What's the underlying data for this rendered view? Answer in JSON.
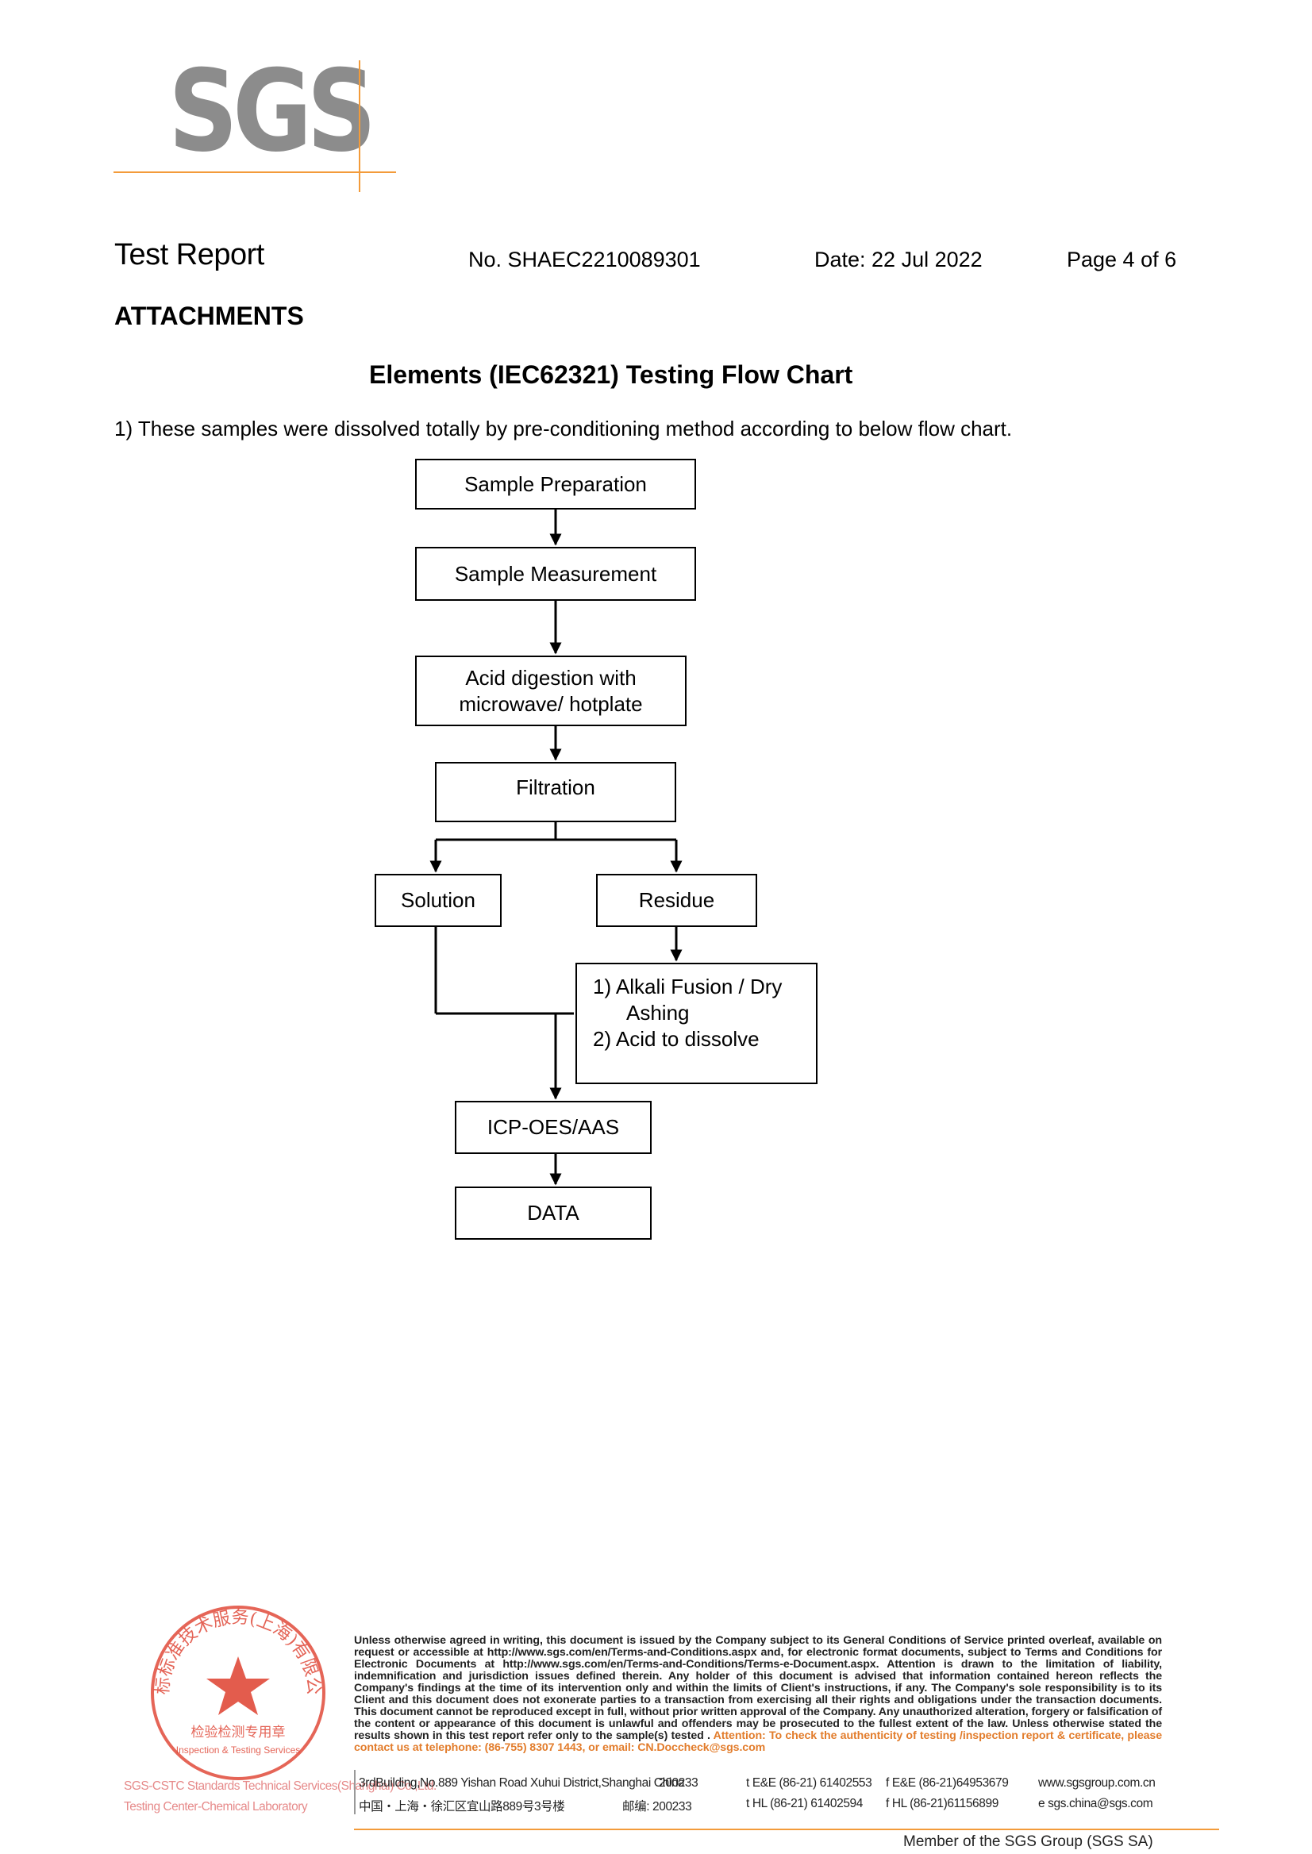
{
  "logo": {
    "text": "SGS"
  },
  "header": {
    "title": "Test Report",
    "report_no": "No. SHAEC2210089301",
    "date": "Date: 22 Jul 2022",
    "page": "Page 4 of 6"
  },
  "section_heading": "ATTACHMENTS",
  "chart_title": "Elements (IEC62321) Testing Flow Chart",
  "intro": "1) These samples were dissolved totally by pre-conditioning method according to below flow chart.",
  "flow": {
    "sample_preparation": "Sample Preparation",
    "sample_measurement": "Sample Measurement",
    "acid_digestion_line1": "Acid digestion with",
    "acid_digestion_line2": "microwave/ hotplate",
    "filtration": "Filtration",
    "solution": "Solution",
    "residue": "Residue",
    "step1_line1": "1) Alkali Fusion / Dry",
    "step1_line2": "Ashing",
    "step2": "2) Acid to dissolve",
    "icp": "ICP-OES/AAS",
    "data": "DATA"
  },
  "footer": {
    "legal_1": "Unless otherwise agreed in writing, this document is issued by the Company subject to its General Conditions of Service printed overleaf, available on request or accessible at http://www.sgs.com/en/Terms-and-Conditions.aspx and, for electronic format documents, subject to Terms and Conditions for Electronic Documents at http://www.sgs.com/en/Terms-and-Conditions/Terms-e-Document.aspx. Attention is drawn to the limitation of liability, indemnification and jurisdiction issues defined therein. Any holder of this document is advised that information contained hereon reflects the Company's findings at the time of its intervention only and within the limits of Client's instructions, if any. The Company's sole responsibility is to its Client and this document does not exonerate parties to a transaction from exercising all their rights and obligations under the transaction documents. This document cannot be reproduced except in full, without prior written approval of the Company. Any unauthorized alteration, forgery or falsification of the content or appearance of this document is unlawful and offenders may be prosecuted to the fullest extent of the law. Unless otherwise stated the results shown in this test report refer only to the sample(s) tested .",
    "attention": "Attention: To check the authenticity of testing /inspection report & certificate, please contact us at telephone: (86-755) 8307 1443, or email: CN.Doccheck@sgs.com",
    "address_en": "3rdBuilding,No.889 Yishan Road Xuhui District,Shanghai China",
    "postcode_en": "200233",
    "tel_ee": "t E&E (86-21) 61402553",
    "fax_ee": "f E&E (86-21)64953679",
    "web": "www.sgsgroup.com.cn",
    "address_cn": "中国・上海・徐汇区宜山路889号3号楼",
    "postcode_cn": "邮编: 200233",
    "tel_hl": "t HL (86-21) 61402594",
    "fax_hl": "f HL (86-21)61156899",
    "email": "e sgs.china@sgs.com",
    "member": "Member of the SGS Group (SGS SA)",
    "left_mark_1": "SGS-CSTC Standards Technical Services(Shanghai) Co.,Ltd.",
    "left_mark_2": "Testing Center-Chemical Laboratory"
  },
  "seal": {
    "arc_text": "通标标准技术服务(上海)有限公司",
    "center_text": "检验检测专用章",
    "sub_text": "Inspection & Testing Services",
    "color": "#e04a3a"
  }
}
